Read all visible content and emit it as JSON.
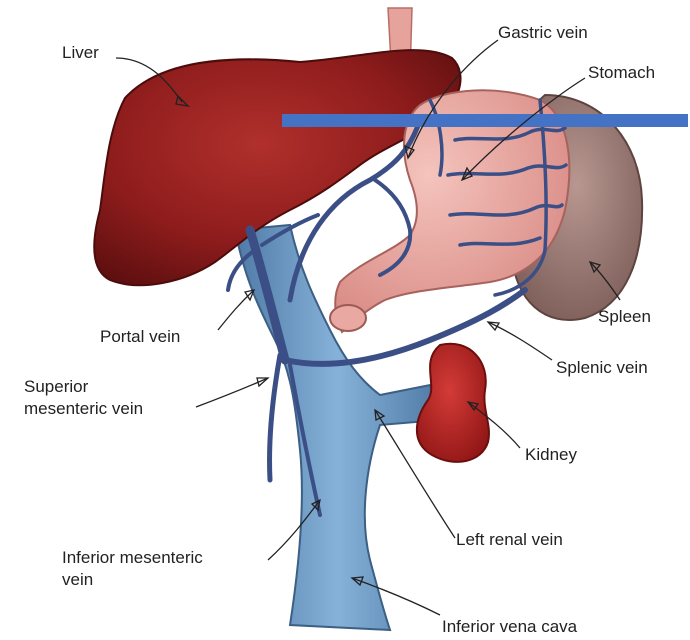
{
  "labels": {
    "liver": "Liver",
    "gastric_vein": "Gastric vein",
    "stomach": "Stomach",
    "spleen": "Spleen",
    "portal_vein": "Portal vein",
    "splenic_vein": "Splenic vein",
    "superior_mesenteric_1": "Superior",
    "superior_mesenteric_2": "mesenteric vein",
    "kidney": "Kidney",
    "left_renal_vein": "Left renal vein",
    "inferior_mesenteric_1": "Inferior mesenteric",
    "inferior_mesenteric_2": "vein",
    "inferior_vena_cava": "Inferior vena cava"
  },
  "colors": {
    "liver": "#8e1c1c",
    "stomach": "#e7a09a",
    "spleen": "#8a6a64",
    "kidney": "#b52222",
    "vena_cava": "#6f9cc6",
    "portal_veins": "#3b4f86",
    "overlay_bar": "#4472c4"
  }
}
